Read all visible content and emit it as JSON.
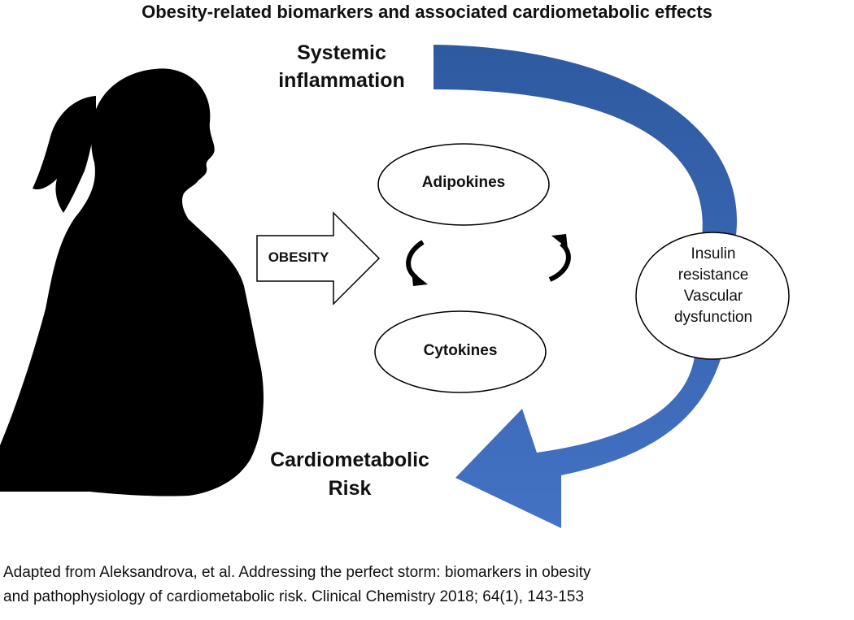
{
  "title": "Obesity-related biomarkers and associated cardiometabolic effects",
  "labels": {
    "systemic_line1": "Systemic",
    "systemic_line2": "inflammation",
    "cardio_line1": "Cardiometabolic",
    "cardio_line2": "Risk",
    "obesity": "OBESITY",
    "adipokines": "Adipokines",
    "cytokines": "Cytokines",
    "insulin_line1": "Insulin",
    "insulin_line2": "resistance",
    "insulin_line3": "Vascular",
    "insulin_line4": "dysfunction"
  },
  "citation": {
    "line1": "Adapted from Aleksandrova, et al. Addressing the perfect storm: biomarkers in obesity",
    "line2": "and pathophysiology of cardiometabolic risk. Clinical Chemistry 2018; 64(1), 143-153"
  },
  "colors": {
    "arrow_top": "#2e5aa0",
    "arrow_bottom": "#4472c4",
    "silhouette": "#000000"
  }
}
